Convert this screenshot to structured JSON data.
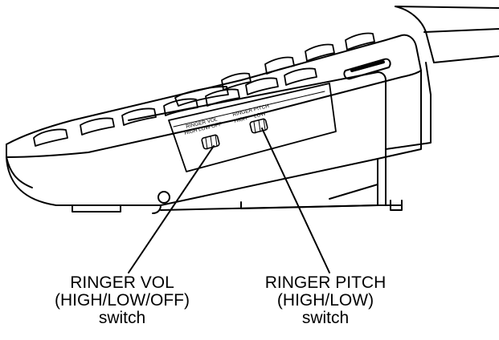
{
  "device": {
    "switch_markings": {
      "ringer_vol": {
        "title": "RINGER VOL",
        "positions": "HIGH LOW OFF"
      },
      "ringer_pitch": {
        "title_line1": "RINGER PITCH",
        "positions": "HIGH     LOW"
      }
    }
  },
  "callouts": {
    "ringer_vol": {
      "line1": "RINGER VOL",
      "line2": "(HIGH/LOW/OFF)",
      "line3": "switch"
    },
    "ringer_pitch": {
      "line1": "RINGER PITCH",
      "line2": "(HIGH/LOW)",
      "line3": "switch"
    }
  },
  "colors": {
    "stroke": "#000000",
    "background": "#ffffff"
  }
}
